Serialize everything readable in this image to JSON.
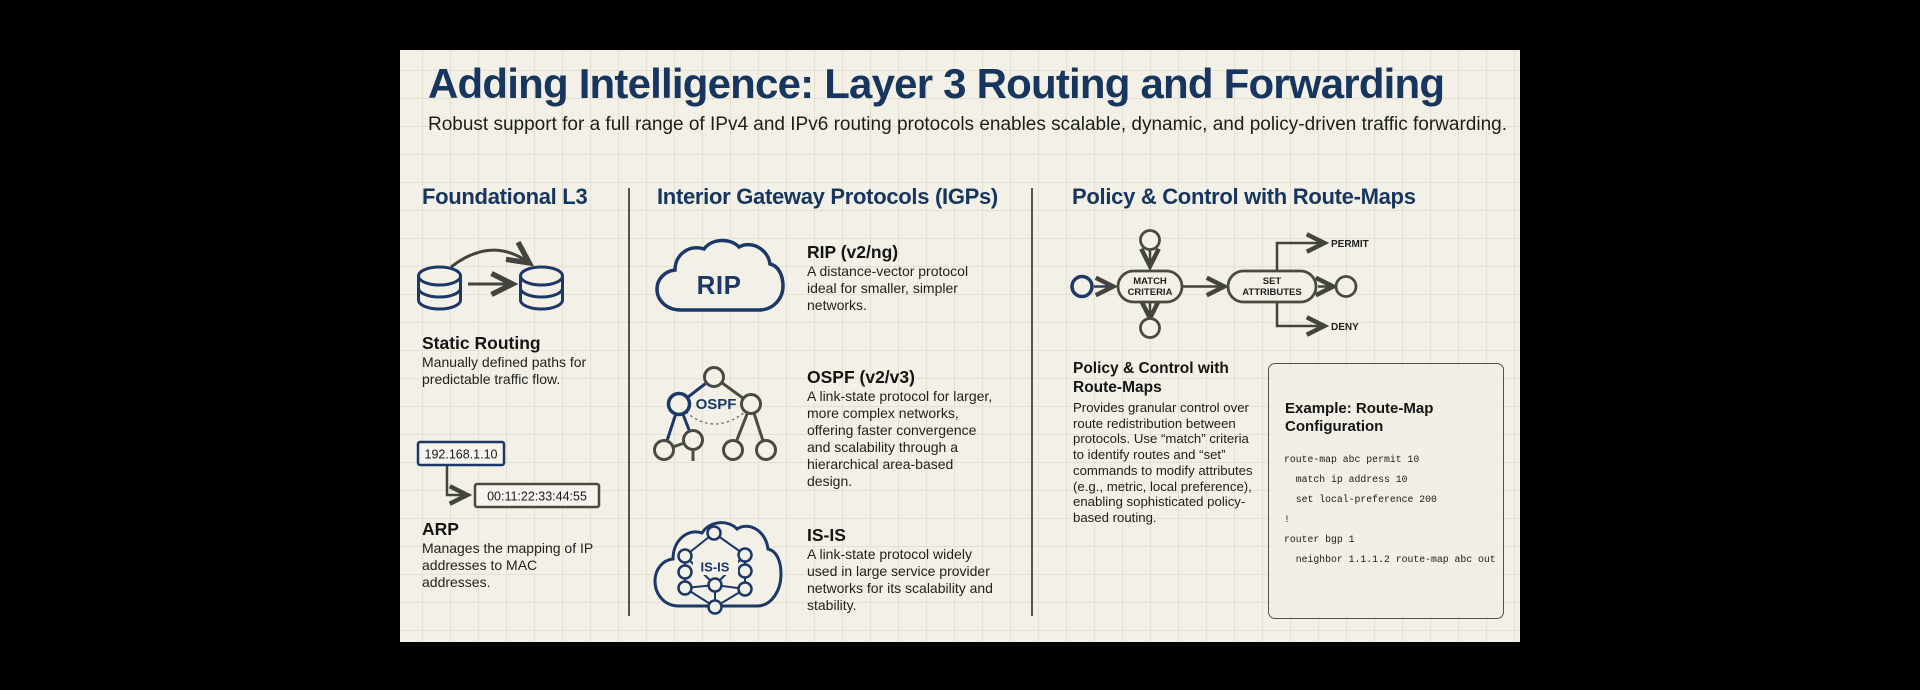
{
  "page": {
    "title": "Adding Intelligence: Layer 3 Routing and Forwarding",
    "subtitle": "Robust support for a full range of IPv4 and IPv6 routing protocols enables scalable, dynamic, and policy-driven traffic forwarding."
  },
  "foundational": {
    "heading": "Foundational L3",
    "static_routing": {
      "title": "Static Routing",
      "description": "Manually defined paths for predictable traffic flow."
    },
    "arp": {
      "ip_label": "192.168.1.10",
      "mac_label": "00:11:22:33:44:55",
      "title": "ARP",
      "description": "Manages the mapping of IP addresses to MAC addresses."
    }
  },
  "igp": {
    "heading": "Interior Gateway Protocols (IGPs)",
    "rip": {
      "icon_label": "RIP",
      "title": "RIP (v2/ng)",
      "description": "A distance-vector protocol ideal for smaller, simpler networks."
    },
    "ospf": {
      "icon_label": "OSPF",
      "title": "OSPF (v2/v3)",
      "description": "A link-state protocol for larger, more complex networks, offering faster convergence and scalability through a hierarchical area-based design."
    },
    "isis": {
      "icon_label": "IS-IS",
      "title": "IS-IS",
      "description": "A link-state protocol widely used in large service provider networks for its scalability and stability."
    }
  },
  "policy": {
    "heading": "Policy & Control with Route-Maps",
    "flowchart": {
      "match_line1": "MATCH",
      "match_line2": "CRITERIA",
      "set_line1": "SET",
      "set_line2": "ATTRIBUTES",
      "permit_label": "PERMIT",
      "deny_label": "DENY"
    },
    "subsection": {
      "title": "Policy & Control with Route-Maps",
      "description": "Provides granular control over route redistribution between protocols. Use “match” criteria to identify routes and “set” commands to modify attributes (e.g., metric, local preference), enabling sophisticated policy-based routing."
    },
    "code_box": {
      "title": "Example: Route-Map Configuration",
      "lines": [
        "route-map abc permit 10",
        "  match ip address 10",
        "  set local-preference 200",
        "!",
        "router bgp 1",
        "  neighbor 1.1.1.2 route-map abc out"
      ]
    }
  },
  "colors": {
    "navy": "#1b3866",
    "ink": "#1d1d1b",
    "stroke_gray": "#4a4a44",
    "panel_bg": "#f3f1e7",
    "outer_bg": "#000000"
  }
}
